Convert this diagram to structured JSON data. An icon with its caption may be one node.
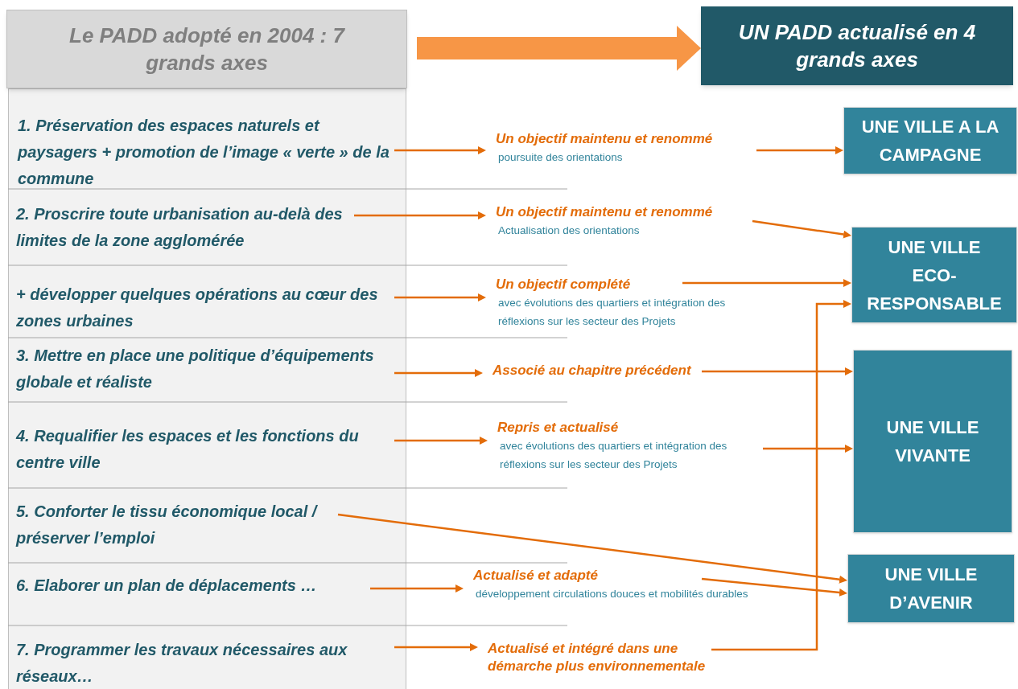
{
  "diagram": {
    "nodes": [
      {
        "text": [
          "Le PADD adopté en 2004 : 7 grands axes"
        ]
      },
      {
        "text": [
          "UN PADD actualisé  en 4 grands axes"
        ]
      },
      {
        "text": [
          "1. Préservation des espaces naturels et paysagers  + promotion de l’image « verte » de la commune"
        ]
      },
      {
        "text": [
          "2. Proscrire toute urbanisation au-delà des limites de la zone agglomérée"
        ]
      },
      {
        "text": [
          "+ développer quelques opérations au cœur des zones urbaines"
        ]
      },
      {
        "text": [
          "3. Mettre en place une politique d’équipements globale et réaliste"
        ]
      },
      {
        "text": [
          "4. Requalifier les espaces et les fonctions du centre ville"
        ]
      },
      {
        "text": [
          "5. Conforter le tissu économique local / préserver l’emploi"
        ]
      },
      {
        "text": [
          "6. Elaborer un plan de déplacements …"
        ]
      },
      {
        "text": [
          "7. Programmer les travaux nécessaires aux réseaux…"
        ]
      },
      {
        "text": [
          "Un objectif maintenu et renommé",
          "poursuite des orientations"
        ]
      },
      {
        "text": [
          "Un objectif maintenu  et renommé",
          "Actualisation des orientations"
        ]
      },
      {
        "text": [
          "Un objectif complété",
          "avec évolutions des quartiers et intégration des réflexions sur les secteur des Projets"
        ]
      },
      {
        "text": [
          "Associé au chapitre précédent"
        ]
      },
      {
        "text": [
          "Repris et actualisé",
          "avec évolutions des quartiers et intégration des réflexions sur les secteur des Projets"
        ]
      },
      {
        "text": [
          "Actualisé et adapté",
          "développement  circulations douces et mobilités durables"
        ]
      },
      {
        "text": [
          "Actualisé et intégré dans une démarche plus environnementale"
        ]
      },
      {
        "text": [
          "UNE VILLE A LA CAMPAGNE"
        ]
      },
      {
        "text": [
          "UNE VILLE ECO-RESPONSABLE"
        ]
      },
      {
        "text": [
          "UNE VILLE VIVANTE"
        ]
      },
      {
        "text": [
          "UNE VILLE D’AVENIR"
        ]
      }
    ],
    "edges": [
      {
        "from": 0,
        "to": 1,
        "arrow": "to",
        "style": "thick",
        "color": "#f79646"
      },
      {
        "from": 2,
        "to": 10,
        "arrow": "to"
      },
      {
        "from": 10,
        "to": 17,
        "arrow": "to"
      },
      {
        "from": 3,
        "to": 11,
        "arrow": "to"
      },
      {
        "from": 11,
        "to": 18,
        "arrow": "to"
      },
      {
        "from": 4,
        "to": 12,
        "arrow": "to"
      },
      {
        "from": 12,
        "to": 18,
        "arrow": "to"
      },
      {
        "from": 5,
        "to": 13,
        "arrow": "to"
      },
      {
        "from": 13,
        "to": 19,
        "arrow": "to"
      },
      {
        "from": 6,
        "to": 14,
        "arrow": "to"
      },
      {
        "from": 14,
        "to": 19,
        "arrow": "to"
      },
      {
        "from": 7,
        "to": 20,
        "arrow": "to"
      },
      {
        "from": 8,
        "to": 15,
        "arrow": "to"
      },
      {
        "from": 15,
        "to": 20,
        "arrow": "to"
      },
      {
        "from": 9,
        "to": 16,
        "arrow": "to"
      },
      {
        "from": 16,
        "to": 18,
        "arrow": "to"
      }
    ]
  }
}
